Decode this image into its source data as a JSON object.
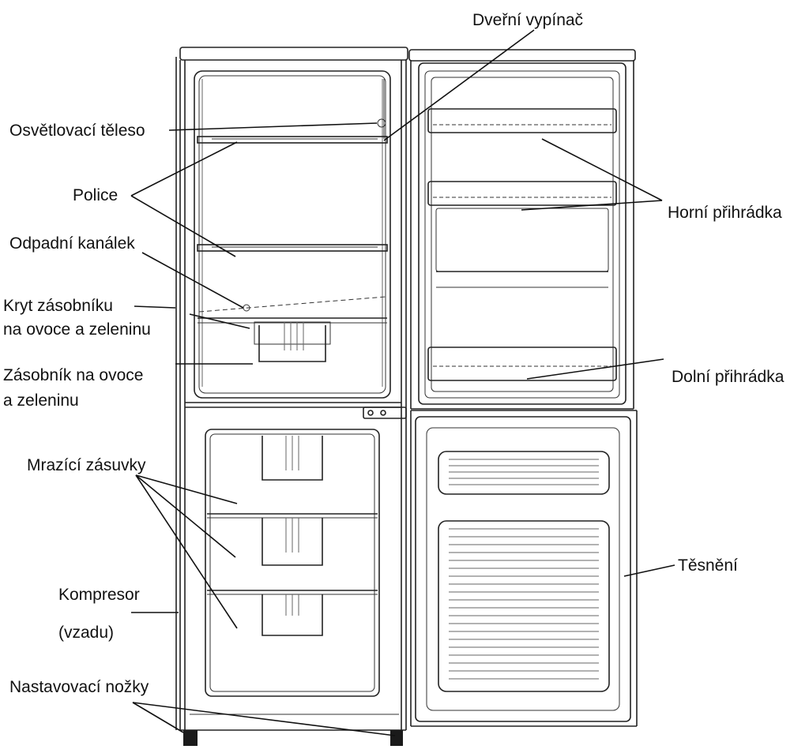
{
  "labels": {
    "door_switch": "Dveřní vypínač",
    "light": "Osvětlovací těleso",
    "shelves": "Police",
    "drain": "Odpadní kanálek",
    "crisper_cover_1": "Kryt zásobníku",
    "crisper_cover_2": "na ovoce a zeleninu",
    "crisper_1": "Zásobník na ovoce",
    "crisper_2": "a zeleninu",
    "freezer_drawers": "Mrazící zásuvky",
    "compressor_1": "Kompresor",
    "compressor_2": "(vzadu)",
    "feet": "Nastavovací nožky",
    "upper_rack": "Horní přihrádka",
    "lower_rack": "Dolní přihrádka",
    "gasket": "Těsnění"
  }
}
